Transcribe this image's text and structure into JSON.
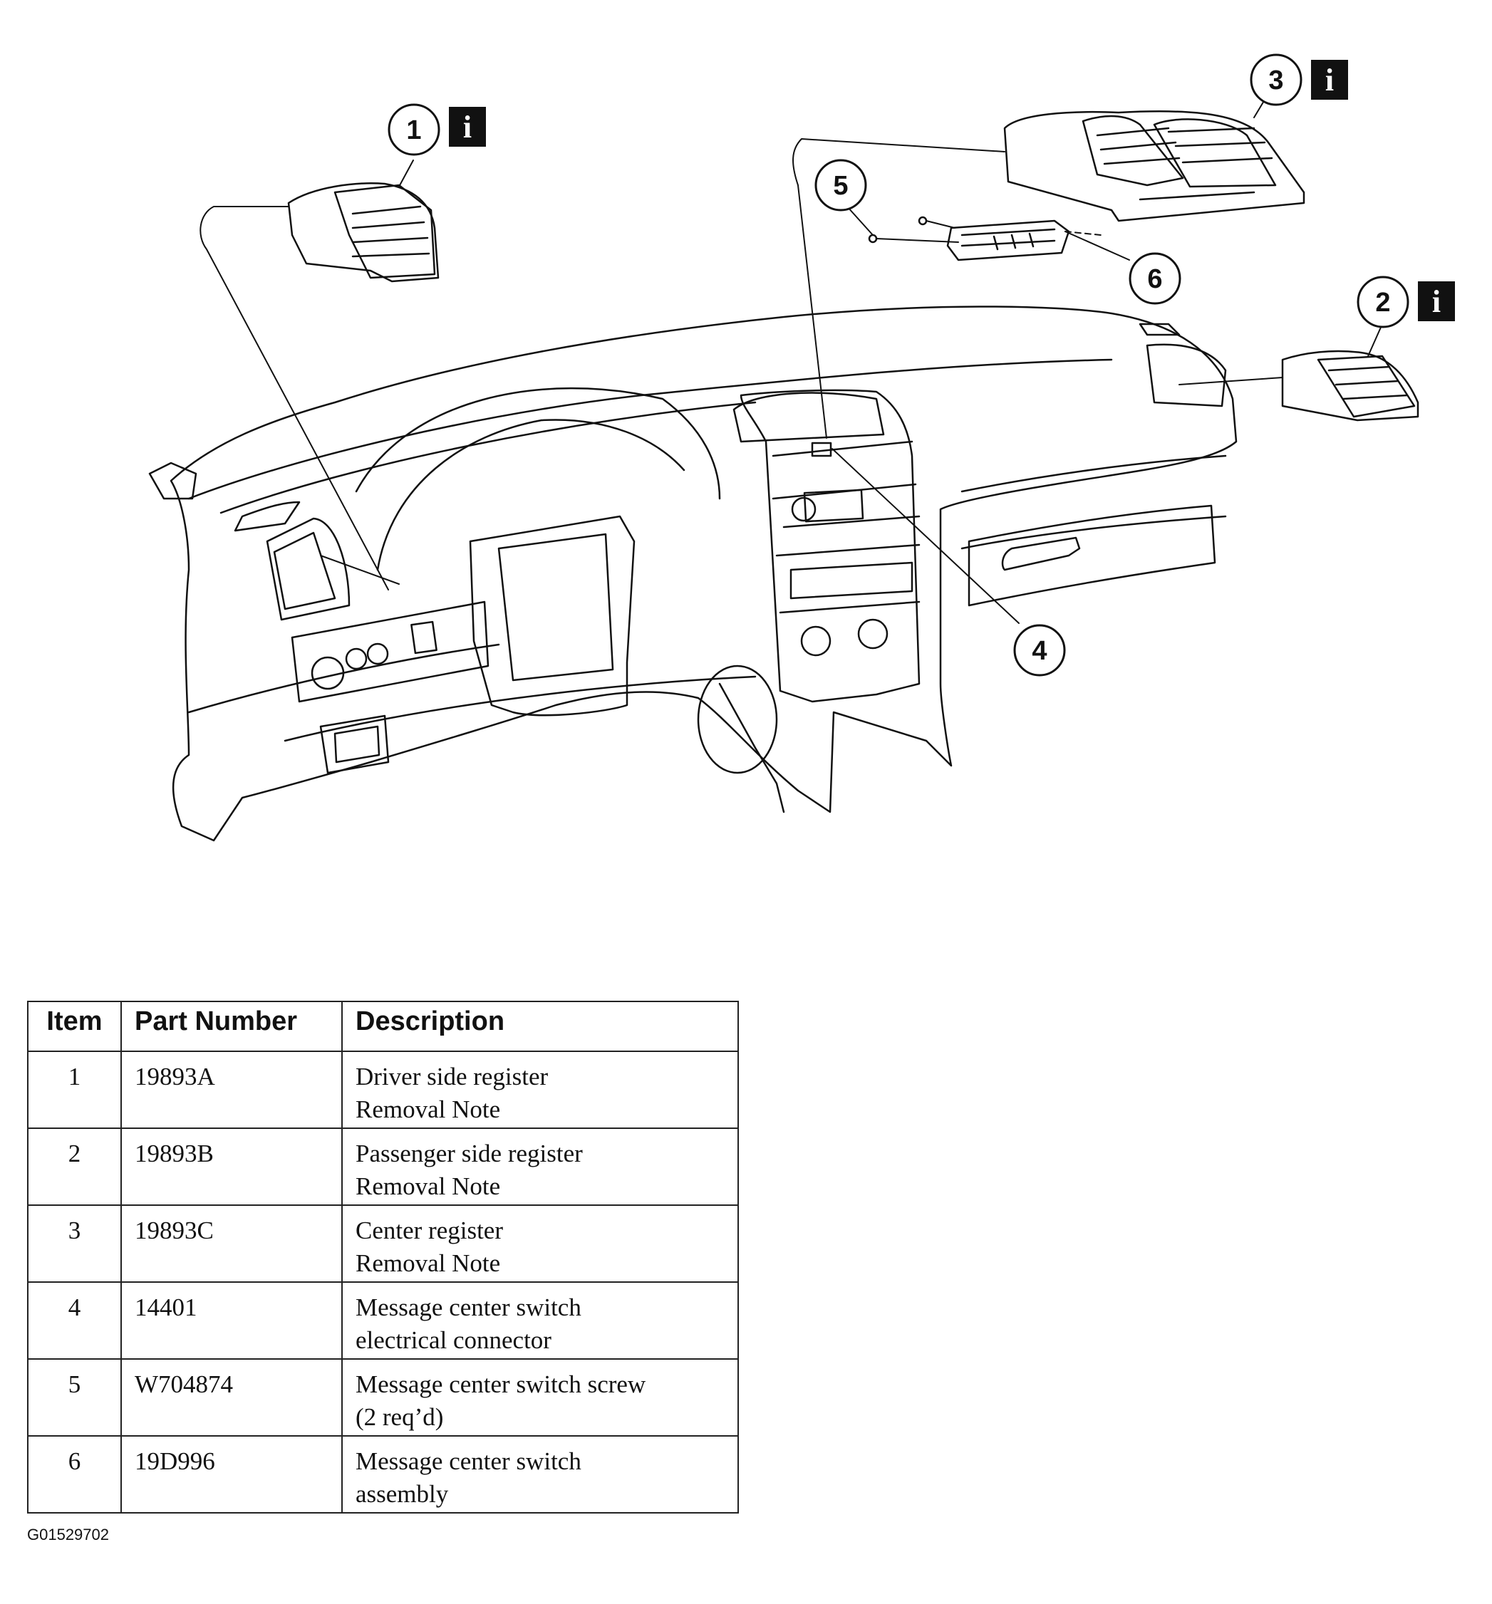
{
  "callouts": [
    {
      "number": "1",
      "info_icon": "info-icon"
    },
    {
      "number": "2",
      "info_icon": "info-icon"
    },
    {
      "number": "3",
      "info_icon": "info-icon"
    },
    {
      "number": "4"
    },
    {
      "number": "5"
    },
    {
      "number": "6"
    }
  ],
  "info_symbol": "i",
  "table": {
    "headers": {
      "item": "Item",
      "part_number": "Part Number",
      "description": "Description"
    },
    "rows": [
      {
        "item": "1",
        "part_number": "19893A",
        "description": [
          "Driver side register",
          "Removal Note"
        ]
      },
      {
        "item": "2",
        "part_number": "19893B",
        "description": [
          "Passenger side register",
          "Removal Note"
        ]
      },
      {
        "item": "3",
        "part_number": "19893C",
        "description": [
          "Center register",
          "Removal Note"
        ]
      },
      {
        "item": "4",
        "part_number": "14401",
        "description": [
          "Message center switch",
          "electrical connector"
        ]
      },
      {
        "item": "5",
        "part_number": "W704874",
        "description": [
          "Message center switch screw",
          "(2 req’d)"
        ]
      },
      {
        "item": "6",
        "part_number": "19D996",
        "description": [
          "Message center switch",
          "assembly"
        ]
      }
    ]
  },
  "figure_id": "G01529702"
}
